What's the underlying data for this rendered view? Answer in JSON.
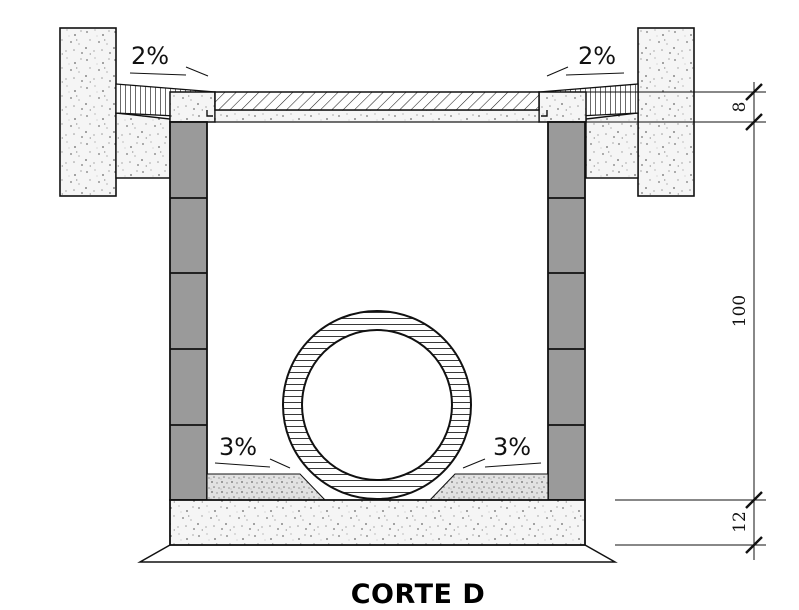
{
  "title": "CORTE D",
  "slopes": {
    "top_left": "2%",
    "top_right": "2%",
    "bottom_left": "3%",
    "bottom_right": "3%"
  },
  "dimensions": {
    "cover": "8",
    "wall_height": "100",
    "base": "12"
  }
}
